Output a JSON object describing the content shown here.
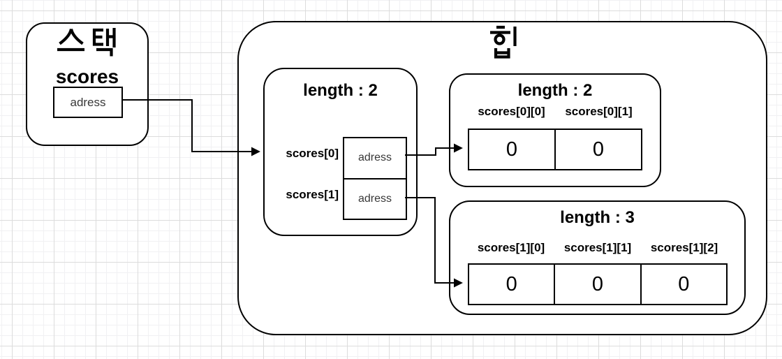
{
  "stack": {
    "title": "스택",
    "variable": "scores",
    "address": "adress"
  },
  "heap": {
    "title": "힙",
    "ref_array": {
      "title": "length : 2",
      "rows": [
        {
          "label": "scores[0]",
          "value": "adress"
        },
        {
          "label": "scores[1]",
          "value": "adress"
        }
      ]
    },
    "row0_array": {
      "title": "length : 2",
      "cells": [
        {
          "label": "scores[0][0]",
          "value": "0"
        },
        {
          "label": "scores[0][1]",
          "value": "0"
        }
      ]
    },
    "row1_array": {
      "title": "length : 3",
      "cells": [
        {
          "label": "scores[1][0]",
          "value": "0"
        },
        {
          "label": "scores[1][1]",
          "value": "0"
        },
        {
          "label": "scores[1][2]",
          "value": "0"
        }
      ]
    }
  },
  "connectors": [
    {
      "name": "stack-address-to-ref-array"
    },
    {
      "name": "ref-row0-to-row0-array"
    },
    {
      "name": "ref-row1-to-row1-array"
    }
  ],
  "colors": {
    "stroke": "#000000",
    "shape_fill": "#ffffff",
    "grid_minor": "#f1f1f3",
    "grid_major": "#dcdcdc",
    "muted_text": "#383838"
  }
}
